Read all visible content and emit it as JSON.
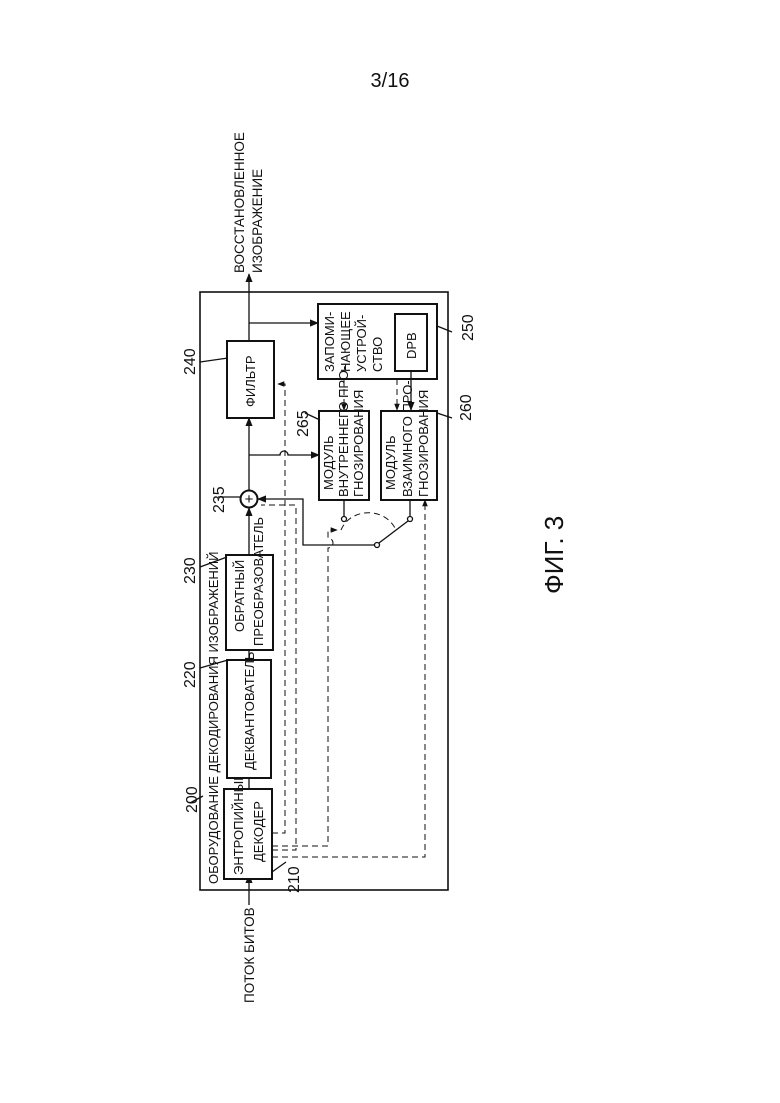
{
  "page_number": "3/16",
  "figure_label": "ФИГ. 3",
  "apparatus": {
    "label": "ОБОРУДОВАНИЕ ДЕКОДИРОВАНИЯ ИЗОБРАЖЕНИЙ",
    "ref": "200"
  },
  "input": {
    "label": "ПОТОК БИТОВ"
  },
  "output": {
    "line1": "ВОССТАНОВЛЕННОЕ",
    "line2": "ИЗОБРАЖЕНИЕ"
  },
  "blocks": {
    "entropy_decoder": {
      "line1": "ЭНТРОПИЙНЫЙ",
      "line2": "ДЕКОДЕР",
      "ref": "210"
    },
    "dequantizer": {
      "line1": "ДЕКВАНТОВАТЕЛЬ",
      "ref": "220"
    },
    "inverse_transformer": {
      "line1": "ОБРАТНЫЙ",
      "line2": "ПРЕОБРАЗОВАТЕЛЬ",
      "ref": "230"
    },
    "adder": {
      "symbol": "+",
      "ref": "235"
    },
    "filter": {
      "line1": "ФИЛЬТР",
      "ref": "240"
    },
    "memory": {
      "line1": "ЗАПОМИ-",
      "line2": "НАЮЩЕЕ",
      "line3": "УСТРОЙ-",
      "line4": "СТВО",
      "ref": "250"
    },
    "dpb": {
      "line1": "DPB"
    },
    "inter_prediction": {
      "line1": "МОДУЛЬ",
      "line2": "ВЗАИМНОГО ПРО-",
      "line3": "ГНОЗИРОВАНИЯ",
      "ref": "260"
    },
    "intra_prediction": {
      "line1": "МОДУЛЬ",
      "line2": "ВНУТРЕННЕГО ПРО-",
      "line3": "ГНОЗИРОВАНИЯ",
      "ref": "265"
    }
  }
}
